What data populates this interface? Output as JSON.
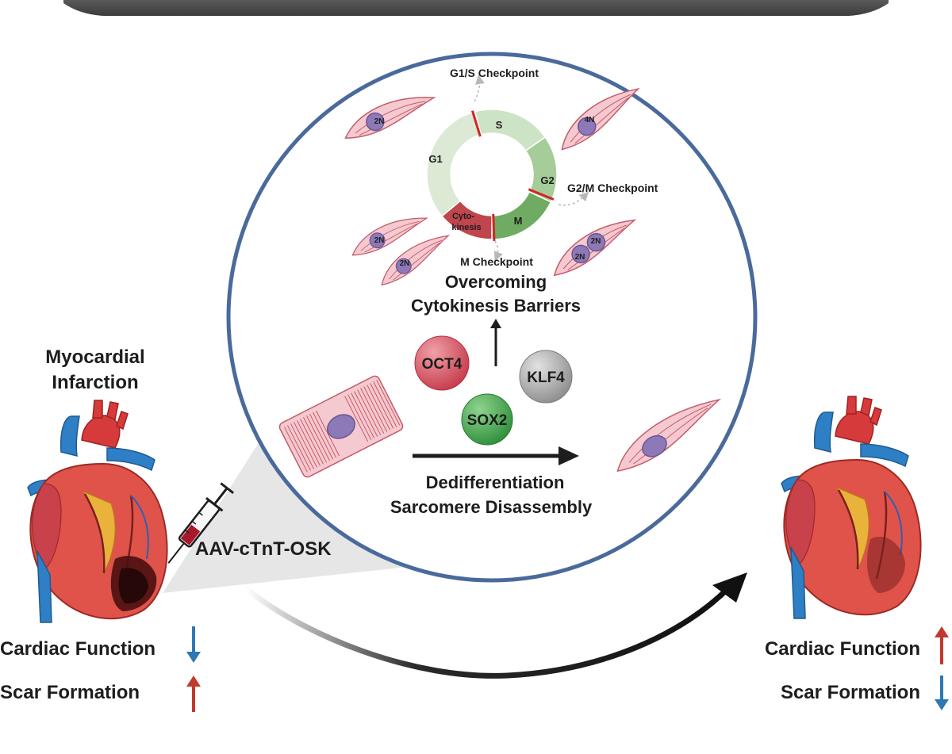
{
  "colors": {
    "circle_border": "#4a6a9c",
    "arrow_up": "#c0392b",
    "arrow_down": "#2e78b5",
    "oct4": "#d04a5a",
    "sox2": "#3fa24b",
    "klf4": "#9a9a9a",
    "cycle_g1": "#dbe9d5",
    "cycle_s": "#cde3c6",
    "cycle_g2": "#a5cc99",
    "cycle_m": "#6fab62",
    "cycle_cytokinesis": "#c0454d"
  },
  "left": {
    "title_line1": "Myocardial",
    "title_line2": "Infarction",
    "injection_label": "AAV-cTnT-OSK",
    "metrics": [
      {
        "label": "Cardiac Function",
        "direction": "down"
      },
      {
        "label": "Scar Formation",
        "direction": "up"
      }
    ]
  },
  "right": {
    "metrics": [
      {
        "label": "Cardiac Function",
        "direction": "up"
      },
      {
        "label": "Scar Formation",
        "direction": "down"
      }
    ]
  },
  "cell_cycle": {
    "phases": [
      "G1",
      "S",
      "G2",
      "M",
      "Cyto-",
      "kinesis"
    ],
    "checkpoints": [
      "G1/S Checkpoint",
      "G2/M Checkpoint",
      "M Checkpoint"
    ],
    "ploidy": [
      "2N",
      "4N",
      "2N",
      "2N",
      "2N",
      "2N"
    ]
  },
  "center": {
    "cytokinesis_line1": "Overcoming",
    "cytokinesis_line2": "Cytokinesis Barriers",
    "factors": [
      "OCT4",
      "SOX2",
      "KLF4"
    ],
    "dediff_line1": "Dedifferentiation",
    "dediff_line2": "Sarcomere Disassembly"
  }
}
